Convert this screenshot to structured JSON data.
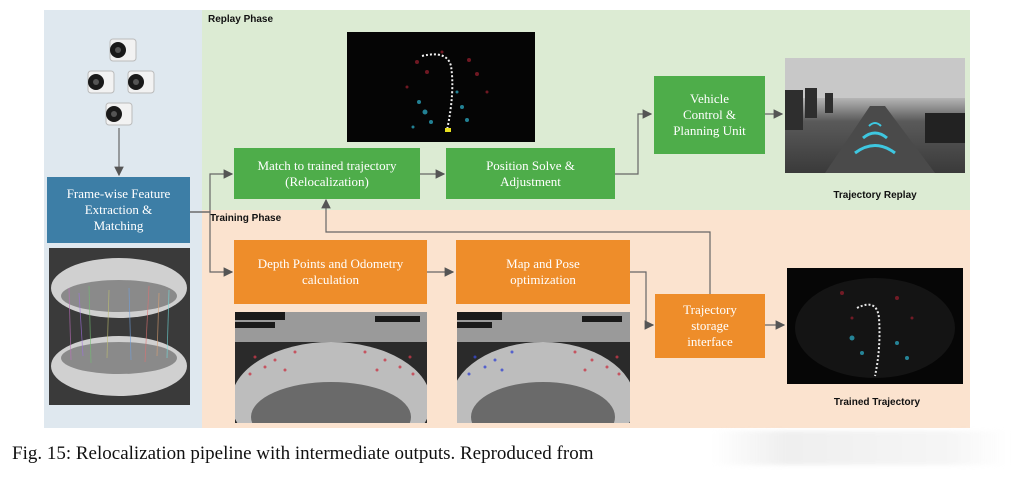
{
  "phases": {
    "replay": "Replay Phase",
    "training": "Training Phase"
  },
  "boxes": {
    "feature": "Frame-wise Feature\nExtraction &\nMatching",
    "match": "Match to trained trajectory\n(Relocalization)",
    "position": "Position Solve &\nAdjustment",
    "vehicle": "Vehicle\nControl &\nPlanning Unit",
    "depth": "Depth Points and Odometry\ncalculation",
    "mappose": "Map and Pose\noptimization",
    "storage": "Trajectory\nstorage\ninterface"
  },
  "image_captions": {
    "replay": "Trajectory Replay",
    "trained": "Trained Trajectory"
  },
  "figure_caption": "Fig. 15: Relocalization pipeline with intermediate outputs. Reproduced from",
  "colors": {
    "green_box": "#4ead4a",
    "orange_box": "#ee8d2a",
    "blue_box": "#3d7ea6",
    "replay_bg": "#dcebd3",
    "training_bg": "#fbe3cf",
    "sensor_bg": "#dfe8ef"
  }
}
